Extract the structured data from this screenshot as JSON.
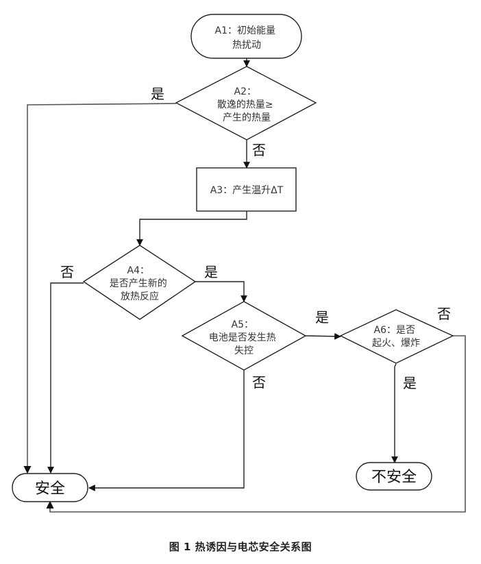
{
  "diagram": {
    "nodes": {
      "a1": {
        "type": "terminal",
        "lines": [
          "A1：初始能量",
          "热扰动"
        ]
      },
      "a2": {
        "type": "decision",
        "lines": [
          "A2：",
          "散逸的热量≥",
          "产生的热量"
        ]
      },
      "a3": {
        "type": "process",
        "lines": [
          "A3：产生温升ΔT"
        ]
      },
      "a4": {
        "type": "decision",
        "lines": [
          "A4：",
          "是否产生新的",
          "放热反应"
        ]
      },
      "a5": {
        "type": "decision",
        "lines": [
          "A5：",
          "电池是否发生热",
          "失控"
        ]
      },
      "a6": {
        "type": "decision",
        "lines": [
          "A6：是否",
          "起火、爆炸"
        ]
      },
      "safe": {
        "type": "terminal",
        "lines": [
          "安全"
        ]
      },
      "unsafe": {
        "type": "terminal",
        "lines": [
          "不安全"
        ]
      }
    },
    "edges": [
      {
        "from": "a1",
        "to": "a2",
        "label": ""
      },
      {
        "from": "a2",
        "to": "safe",
        "label": "是"
      },
      {
        "from": "a2",
        "to": "a3",
        "label": "否"
      },
      {
        "from": "a3",
        "to": "a4",
        "label": ""
      },
      {
        "from": "a4",
        "to": "safe",
        "label": "否"
      },
      {
        "from": "a4",
        "to": "a5",
        "label": "是"
      },
      {
        "from": "a5",
        "to": "a6",
        "label": "是"
      },
      {
        "from": "a5",
        "to": "safe",
        "label": "否"
      },
      {
        "from": "a6",
        "to": "unsafe",
        "label": "是"
      },
      {
        "from": "a6",
        "to": "safe",
        "label": "否"
      }
    ]
  },
  "caption": "图 1  热诱因与电芯安全关系图"
}
